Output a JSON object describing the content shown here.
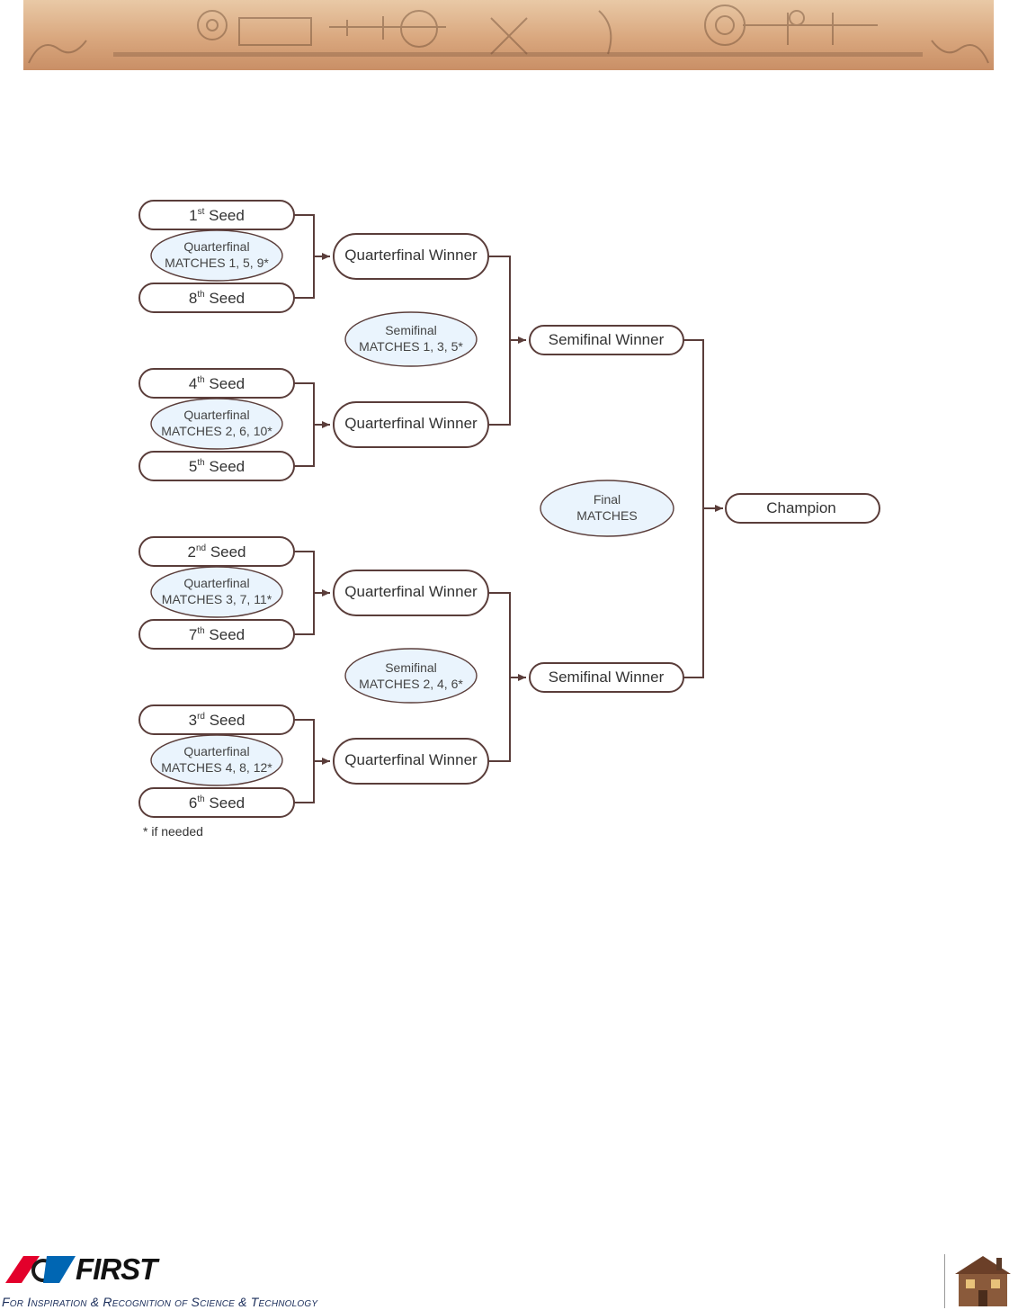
{
  "bracket": {
    "seeds": [
      {
        "num": "1",
        "ord": "st",
        "word": "Seed"
      },
      {
        "num": "8",
        "ord": "th",
        "word": "Seed"
      },
      {
        "num": "4",
        "ord": "th",
        "word": "Seed"
      },
      {
        "num": "5",
        "ord": "th",
        "word": "Seed"
      },
      {
        "num": "2",
        "ord": "nd",
        "word": "Seed"
      },
      {
        "num": "7",
        "ord": "th",
        "word": "Seed"
      },
      {
        "num": "3",
        "ord": "rd",
        "word": "Seed"
      },
      {
        "num": "6",
        "ord": "th",
        "word": "Seed"
      }
    ],
    "quarterfinal_matches": [
      {
        "line1": "Quarterfinal",
        "line2": "MATCHES 1, 5, 9*"
      },
      {
        "line1": "Quarterfinal",
        "line2": "MATCHES 2, 6, 10*"
      },
      {
        "line1": "Quarterfinal",
        "line2": "MATCHES 3, 7, 11*"
      },
      {
        "line1": "Quarterfinal",
        "line2": "MATCHES 4, 8, 12*"
      }
    ],
    "quarterfinal_winner": "Quarterfinal Winner",
    "semifinal_matches": [
      {
        "line1": "Semifinal",
        "line2": "MATCHES 1, 3, 5*"
      },
      {
        "line1": "Semifinal",
        "line2": "MATCHES 2, 4, 6*"
      }
    ],
    "semifinal_winner": "Semifinal Winner",
    "final_match": {
      "line1": "Final",
      "line2": "MATCHES"
    },
    "champion": "Champion",
    "footnote": "* if needed"
  },
  "footer": {
    "logo_word": "FIRST",
    "tagline": "For Inspiration & Recognition of Science & Technology"
  },
  "colors": {
    "outline": "#5a3d3a",
    "match_fill": "#eaf4fd",
    "banner": "#d9a77e"
  }
}
